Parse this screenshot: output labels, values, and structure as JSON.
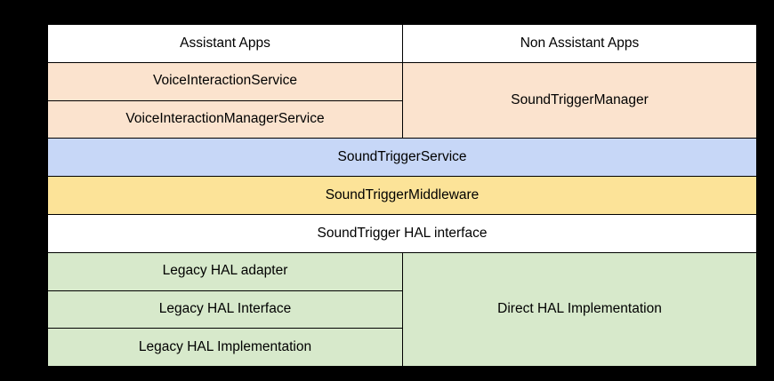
{
  "diagram": {
    "type": "layered-architecture-table",
    "background_color": "#000000",
    "border_color": "#000000",
    "columns": [
      {
        "key": "assistant",
        "header": "Assistant Apps"
      },
      {
        "key": "non_assistant",
        "header": "Non Assistant Apps"
      }
    ],
    "colors": {
      "white": "#ffffff",
      "peach": "#fbe3ce",
      "blue": "#c7d7f7",
      "yellow": "#fce398",
      "green": "#d7e9cb"
    },
    "rows": {
      "header_left": "Assistant Apps",
      "header_right": "Non Assistant Apps",
      "voice_interaction_service": "VoiceInteractionService",
      "voice_interaction_manager_service": "VoiceInteractionManagerService",
      "sound_trigger_manager": "SoundTriggerManager",
      "sound_trigger_service": "SoundTriggerService",
      "sound_trigger_middleware": "SoundTriggerMiddleware",
      "sound_trigger_hal_interface": "SoundTrigger HAL interface",
      "legacy_hal_adapter": "Legacy HAL adapter",
      "legacy_hal_interface": "Legacy HAL Interface",
      "legacy_hal_implementation": "Legacy HAL Implementation",
      "direct_hal_implementation": "Direct HAL Implementation"
    }
  }
}
